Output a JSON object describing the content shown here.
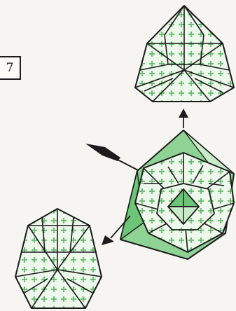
{
  "step": {
    "number": "7"
  },
  "colors": {
    "paper": "#f6f5f1",
    "ink": "#1c1c1c",
    "green_fill": "#7fcf86",
    "green_light": "#c8ecc9",
    "pattern_green": "#5fb866",
    "pattern_bg": "#eef7ec"
  },
  "arrows": [
    {
      "name": "arrow-up",
      "meaning": "result-view-top"
    },
    {
      "name": "arrow-down-left",
      "meaning": "result-view-bottom"
    },
    {
      "name": "push-arrow",
      "meaning": "push-in"
    }
  ]
}
